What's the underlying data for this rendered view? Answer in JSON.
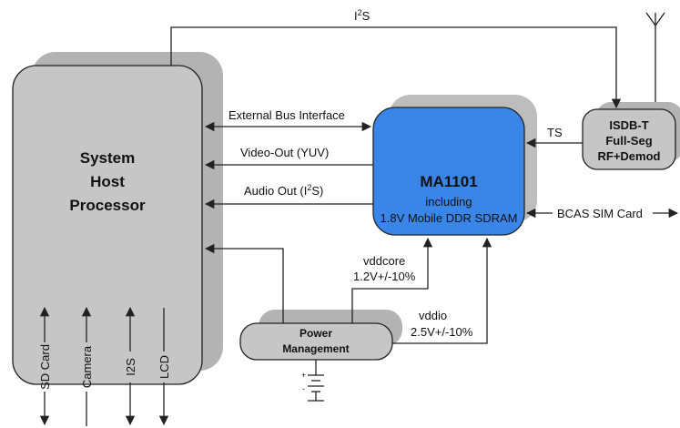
{
  "top_bus_label_base": "I",
  "top_bus_label_sup": "2",
  "top_bus_label_tail": "S",
  "host": {
    "line1": "System",
    "line2": "Host",
    "line3": "Processor"
  },
  "ma1101": {
    "title": "MA1101",
    "subtitle": "including",
    "memory": "1.8V Mobile DDR SDRAM"
  },
  "isdb": {
    "line1": "ISDB-T",
    "line2": "Full-Seg",
    "line3": "RF+Demod"
  },
  "power": {
    "line1": "Power",
    "line2": "Management"
  },
  "labels": {
    "external_bus": "External Bus Interface",
    "video_out": "Video-Out (YUV)",
    "audio_out_base": "Audio Out (I",
    "audio_out_sup": "2",
    "audio_out_tail": "S)",
    "ts": "TS",
    "bcas": "BCAS SIM Card",
    "vddcore": "vddcore",
    "vddcore_value": "1.2V+/-10%",
    "vddio": "vddio",
    "vddio_value": "2.5V+/-10%"
  },
  "host_ports": [
    "SD Card",
    "Camera",
    "I2S",
    "LCD"
  ],
  "battery_plus": "+",
  "battery_minus": "-",
  "colors": {
    "host_fill": "#c6c6c6",
    "shadow": "#b3b3b3",
    "ma_fill": "#3a86e8",
    "ma_shadow": "#bdbdbd",
    "box_stroke": "#222222"
  }
}
